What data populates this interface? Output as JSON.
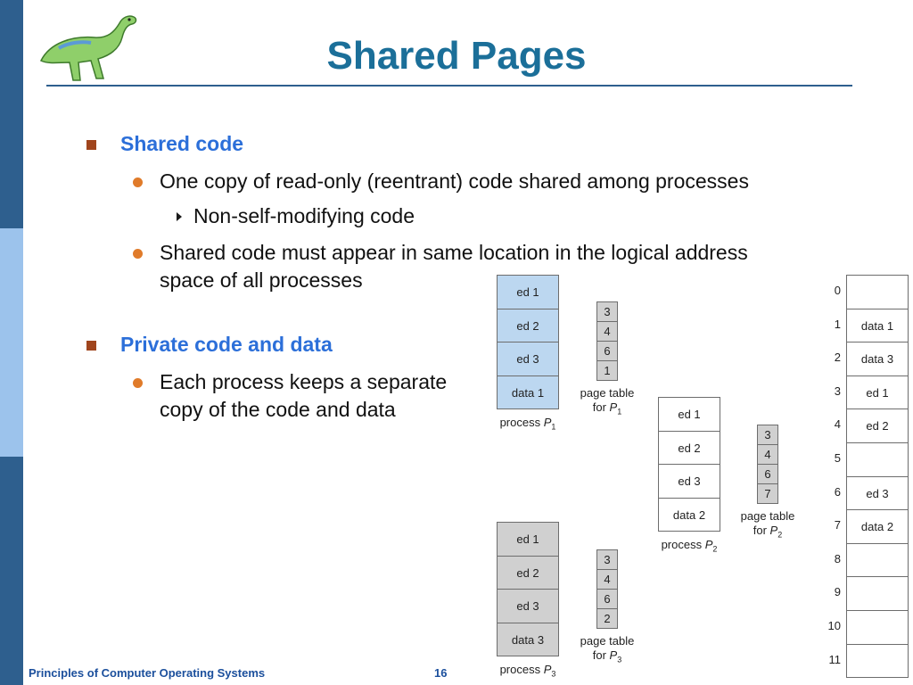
{
  "slide": {
    "title": "Shared Pages",
    "footer_left": "Principles of Computer Operating Systems",
    "page_number": "16"
  },
  "bullets": {
    "shared_code": "Shared code",
    "one_copy": "One copy of read-only (reentrant) code shared among processes",
    "non_self": "Non-self-modifying code",
    "same_loc_1": "Shared code must appear in same location in the logical address",
    "same_loc_2": "space of all processes",
    "private": "Private code and data",
    "each_1": "Each process keeps a separate",
    "each_2": "copy of the code and data"
  },
  "diagram": {
    "process_label": "process",
    "page_table_label": "page table",
    "for_label": "for",
    "process_sym": "P",
    "processes": [
      {
        "sub": "1",
        "pages": [
          "ed 1",
          "ed 2",
          "ed 3",
          "data 1"
        ],
        "table": [
          "3",
          "4",
          "6",
          "1"
        ]
      },
      {
        "sub": "2",
        "pages": [
          "ed 1",
          "ed 2",
          "ed 3",
          "data 2"
        ],
        "table": [
          "3",
          "4",
          "6",
          "7"
        ]
      },
      {
        "sub": "3",
        "pages": [
          "ed 1",
          "ed 2",
          "ed 3",
          "data 3"
        ],
        "table": [
          "3",
          "4",
          "6",
          "2"
        ]
      }
    ],
    "frame_numbers": [
      "0",
      "1",
      "2",
      "3",
      "4",
      "5",
      "6",
      "7",
      "8",
      "9",
      "10",
      "11"
    ],
    "frames": [
      "",
      "data 1",
      "data 3",
      "ed 1",
      "ed 2",
      "",
      "ed 3",
      "data 2",
      "",
      "",
      "",
      ""
    ],
    "colors": {
      "p1_fill": "#bcd7f0",
      "p2_fill": "#ffffff",
      "p3_fill": "#d0d0d0",
      "table_fill": "#d0d0d0",
      "memory_fill": "#ffffff"
    }
  }
}
